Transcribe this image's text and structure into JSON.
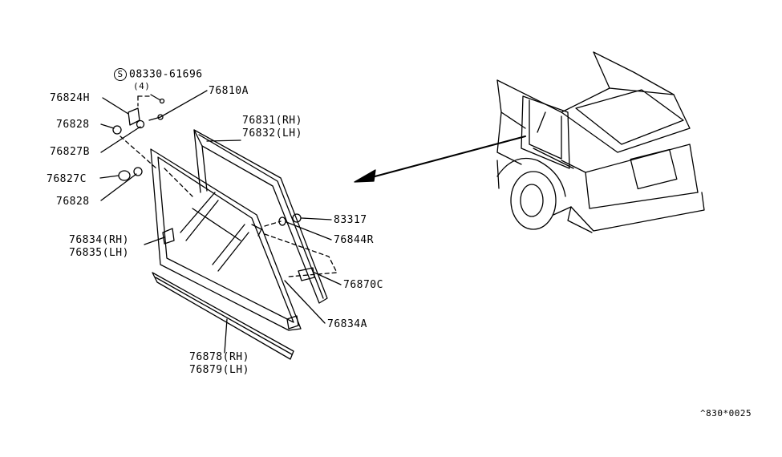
{
  "diagram": {
    "callouts": {
      "screw": {
        "symbol": "S",
        "part": "08330-61696",
        "qty": "(4)"
      },
      "p76810A": "76810A",
      "p76824H": "76824H",
      "p76828_top": "76828",
      "p76827B": "76827B",
      "p76827C": "76827C",
      "p76828_bot": "76828",
      "p76831": "76831(RH)",
      "p76832": "76832(LH)",
      "p83317": "83317",
      "p76844R": "76844R",
      "p76834": "76834(RH)",
      "p76835": "76835(LH)",
      "p76870C": "76870C",
      "p76834A": "76834A",
      "p76878": "76878(RH)",
      "p76879": "76879(LH)"
    },
    "reference_code": "^830*0025"
  }
}
